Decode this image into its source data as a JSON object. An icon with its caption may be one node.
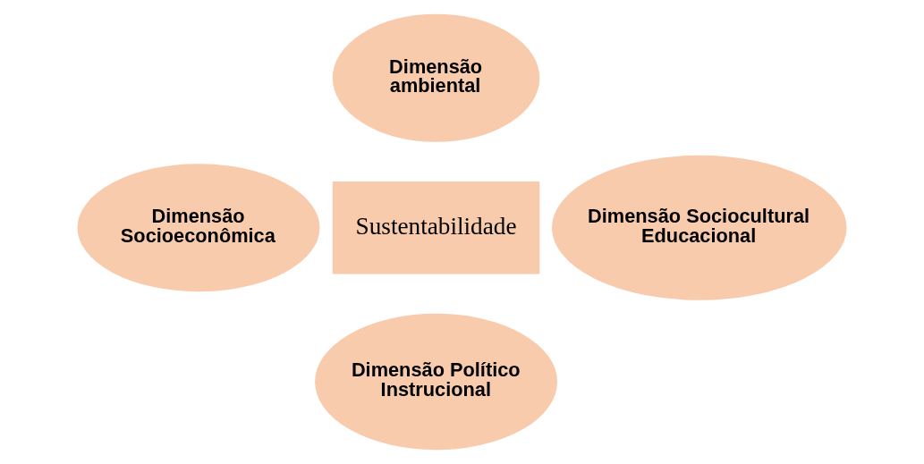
{
  "diagram": {
    "nodes": [
      {
        "text": [
          "Dimensão ambiental"
        ]
      },
      {
        "text": [
          "Dimensão Socioeconômica"
        ]
      },
      {
        "text": [
          "Sustentabilidade"
        ]
      },
      {
        "text": [
          "Dimensão Sociocultural Educacional"
        ]
      },
      {
        "text": [
          "Dimensão Político Instrucional"
        ]
      }
    ]
  }
}
